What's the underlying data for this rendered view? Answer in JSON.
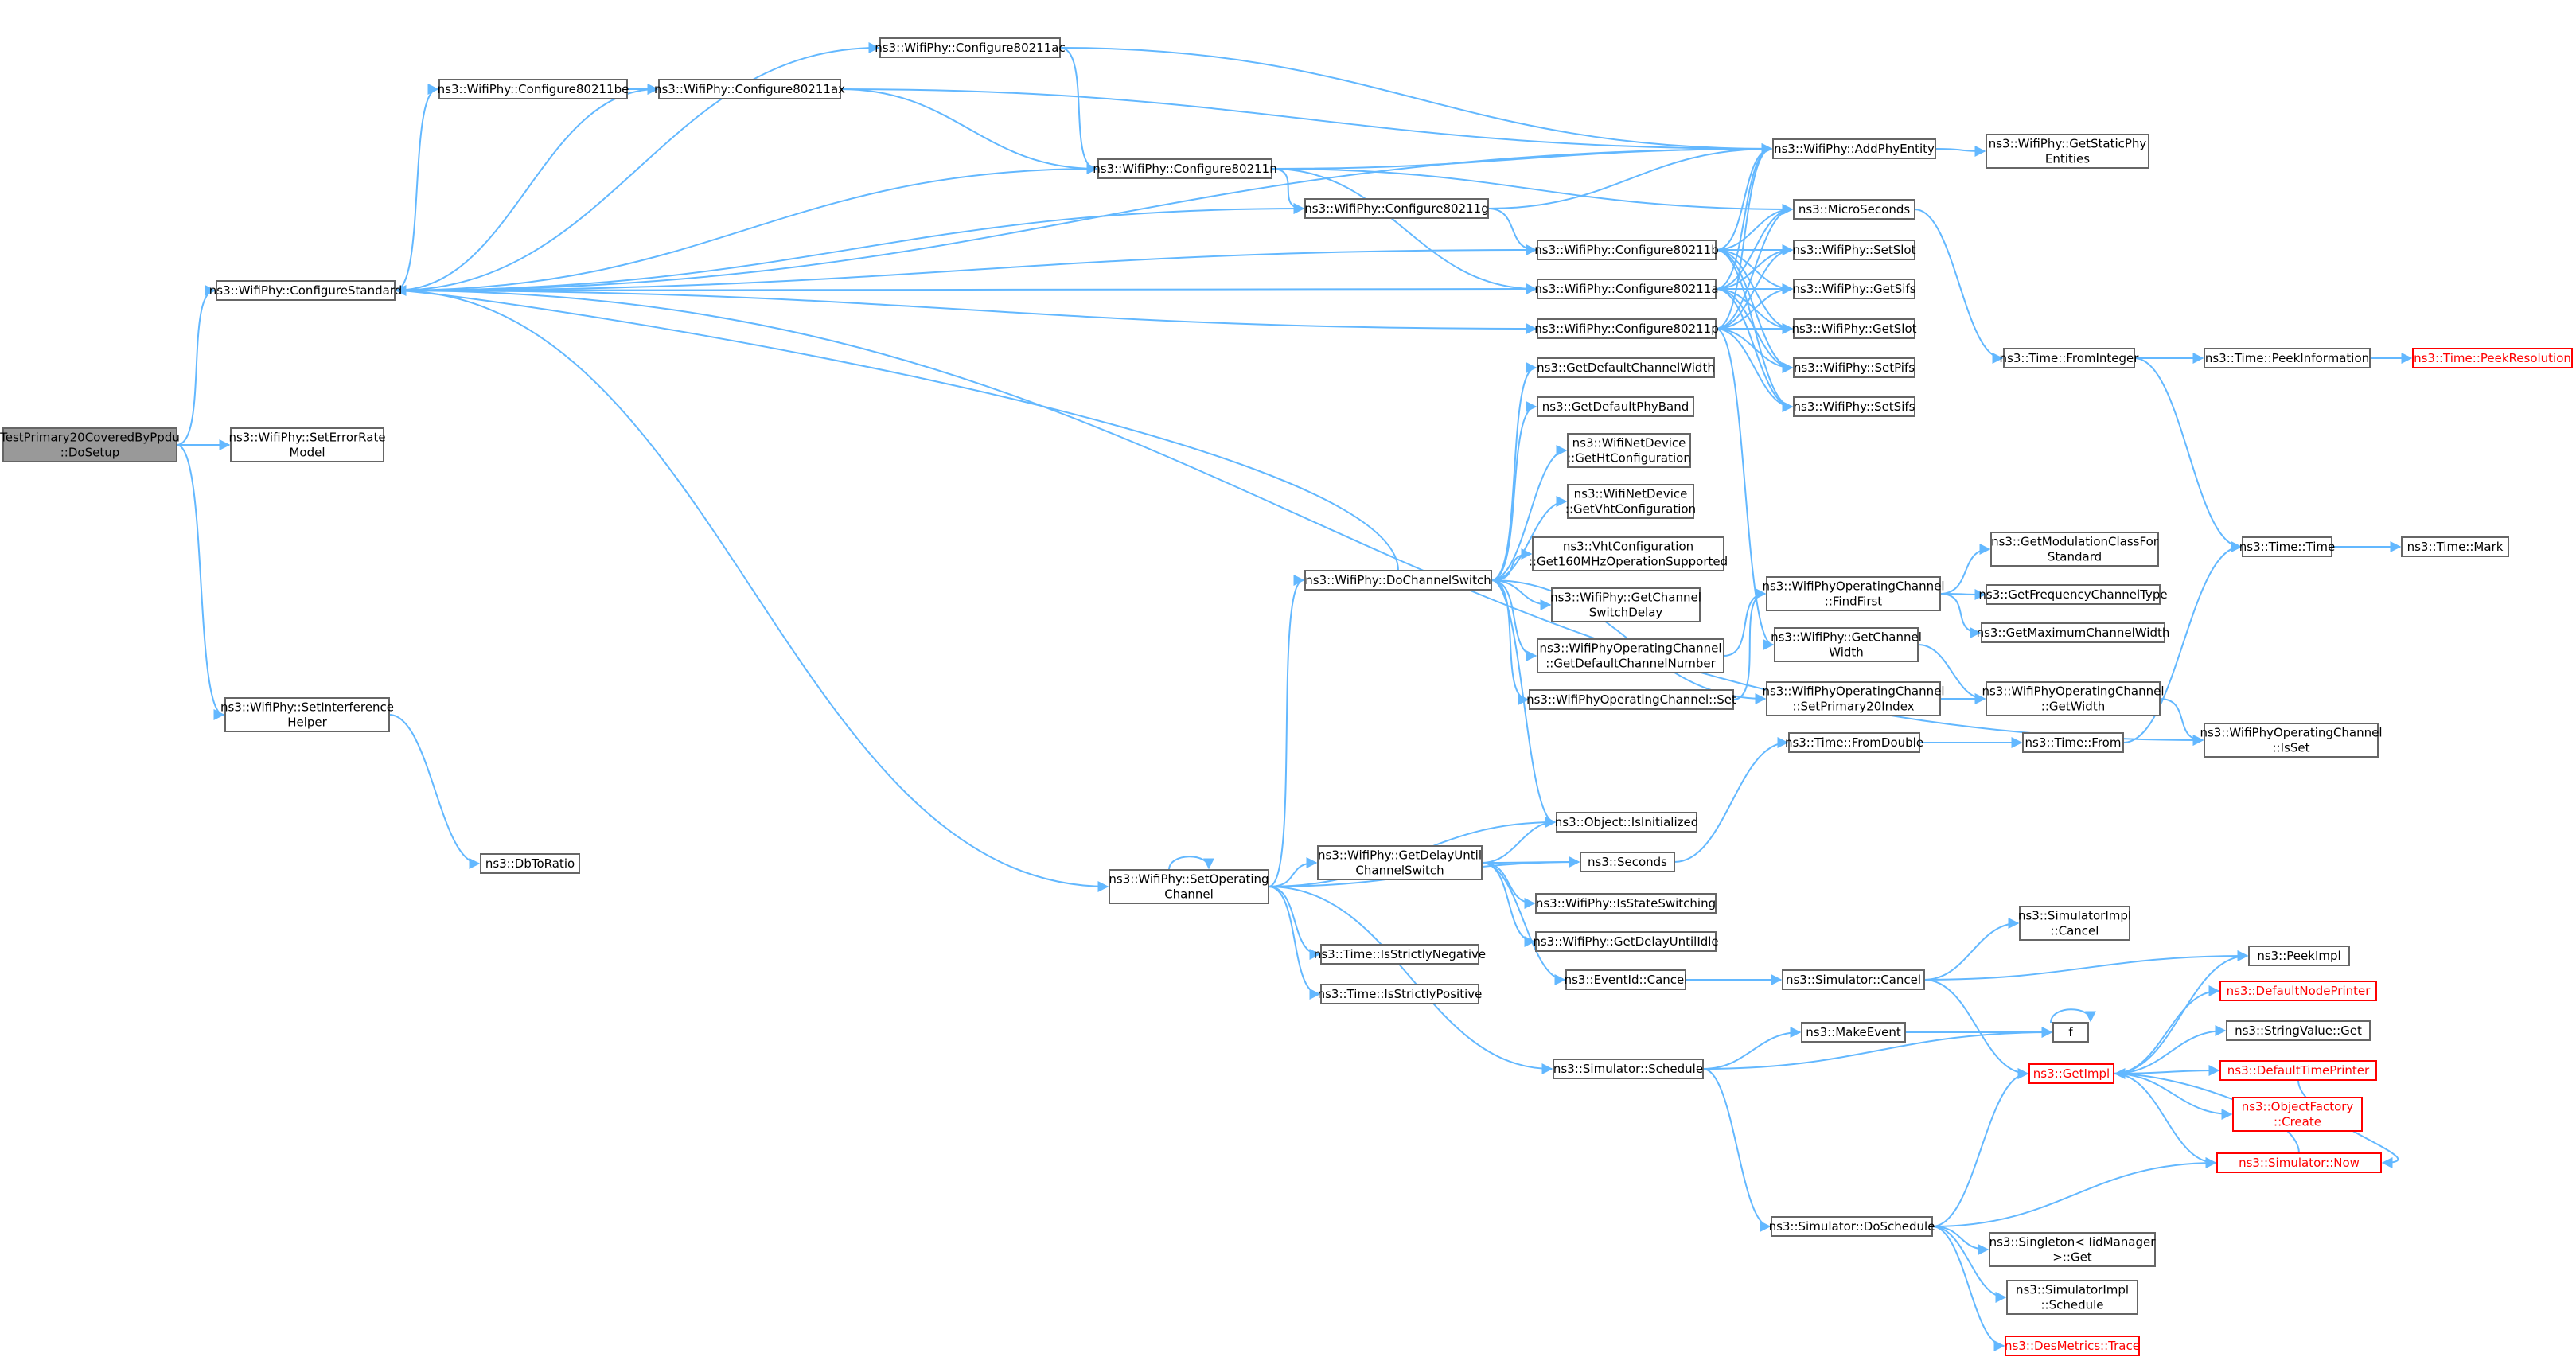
{
  "edge_color": "#63b8ff",
  "nodes": {
    "root": {
      "lines": [
        "TestPrimary20CoveredByPpdu",
        "::DoSetup"
      ]
    },
    "configStd": {
      "lines": [
        "ns3::WifiPhy::ConfigureStandard"
      ]
    },
    "setErrRate": {
      "lines": [
        "ns3::WifiPhy::SetErrorRate",
        "Model"
      ]
    },
    "setInterf": {
      "lines": [
        "ns3::WifiPhy::SetInterference",
        "Helper"
      ]
    },
    "dbToRatio": {
      "lines": [
        "ns3::DbToRatio"
      ]
    },
    "cfgBe": {
      "lines": [
        "ns3::WifiPhy::Configure80211be"
      ]
    },
    "cfgAc": {
      "lines": [
        "ns3::WifiPhy::Configure80211ac"
      ]
    },
    "cfgAx": {
      "lines": [
        "ns3::WifiPhy::Configure80211ax"
      ]
    },
    "cfgN": {
      "lines": [
        "ns3::WifiPhy::Configure80211n"
      ]
    },
    "cfgG": {
      "lines": [
        "ns3::WifiPhy::Configure80211g"
      ]
    },
    "cfgB": {
      "lines": [
        "ns3::WifiPhy::Configure80211b"
      ]
    },
    "cfgA": {
      "lines": [
        "ns3::WifiPhy::Configure80211a"
      ]
    },
    "cfgP": {
      "lines": [
        "ns3::WifiPhy::Configure80211p"
      ]
    },
    "addPhy": {
      "lines": [
        "ns3::WifiPhy::AddPhyEntity"
      ]
    },
    "getStaticPhy": {
      "lines": [
        "ns3::WifiPhy::GetStaticPhy",
        "Entities"
      ]
    },
    "micro": {
      "lines": [
        "ns3::MicroSeconds"
      ]
    },
    "setSlot": {
      "lines": [
        "ns3::WifiPhy::SetSlot"
      ]
    },
    "getSifs": {
      "lines": [
        "ns3::WifiPhy::GetSifs"
      ]
    },
    "getSlot": {
      "lines": [
        "ns3::WifiPhy::GetSlot"
      ]
    },
    "setPifs": {
      "lines": [
        "ns3::WifiPhy::SetPifs"
      ]
    },
    "setSifs": {
      "lines": [
        "ns3::WifiPhy::SetSifs"
      ]
    },
    "fromInt": {
      "lines": [
        "ns3::Time::FromInteger"
      ]
    },
    "peekInfo": {
      "lines": [
        "ns3::Time::PeekInformation"
      ]
    },
    "peekRes": {
      "lines": [
        "ns3::Time::PeekResolution"
      ]
    },
    "timeTime": {
      "lines": [
        "ns3::Time::Time"
      ]
    },
    "timeMark": {
      "lines": [
        "ns3::Time::Mark"
      ]
    },
    "doChSw": {
      "lines": [
        "ns3::WifiPhy::DoChannelSwitch"
      ]
    },
    "getDefChW": {
      "lines": [
        "ns3::GetDefaultChannelWidth"
      ]
    },
    "getDefPhyBand": {
      "lines": [
        "ns3::GetDefaultPhyBand"
      ]
    },
    "getHtCfg": {
      "lines": [
        "ns3::WifiNetDevice",
        "::GetHtConfiguration"
      ]
    },
    "getVhtCfg": {
      "lines": [
        "ns3::WifiNetDevice",
        "::GetVhtConfiguration"
      ]
    },
    "vht160": {
      "lines": [
        "ns3::VhtConfiguration",
        "::Get160MHzOperationSupported"
      ]
    },
    "getChSwDelay": {
      "lines": [
        "ns3::WifiPhy::GetChannel",
        "SwitchDelay"
      ]
    },
    "getDefChNum": {
      "lines": [
        "ns3::WifiPhyOperatingChannel",
        "::GetDefaultChannelNumber"
      ]
    },
    "opChSet": {
      "lines": [
        "ns3::WifiPhyOperatingChannel::Set"
      ]
    },
    "findFirst": {
      "lines": [
        "ns3::WifiPhyOperatingChannel",
        "::FindFirst"
      ]
    },
    "getModClass": {
      "lines": [
        "ns3::GetModulationClassFor",
        "Standard"
      ]
    },
    "getFreqChType": {
      "lines": [
        "ns3::GetFrequencyChannelType"
      ]
    },
    "getMaxChW": {
      "lines": [
        "ns3::GetMaximumChannelWidth"
      ]
    },
    "getChWidth": {
      "lines": [
        "ns3::WifiPhy::GetChannel",
        "Width"
      ]
    },
    "setPrim20": {
      "lines": [
        "ns3::WifiPhyOperatingChannel",
        "::SetPrimary20Index"
      ]
    },
    "opGetWidth": {
      "lines": [
        "ns3::WifiPhyOperatingChannel",
        "::GetWidth"
      ]
    },
    "fromDouble": {
      "lines": [
        "ns3::Time::FromDouble"
      ]
    },
    "timeFrom": {
      "lines": [
        "ns3::Time::From"
      ]
    },
    "opIsSet": {
      "lines": [
        "ns3::WifiPhyOperatingChannel",
        "::IsSet"
      ]
    },
    "isInit": {
      "lines": [
        "ns3::Object::IsInitialized"
      ]
    },
    "seconds": {
      "lines": [
        "ns3::Seconds"
      ]
    },
    "setOpCh": {
      "lines": [
        "ns3::WifiPhy::SetOperating",
        "Channel"
      ]
    },
    "getDelayUntil": {
      "lines": [
        "ns3::WifiPhy::GetDelayUntil",
        "ChannelSwitch"
      ]
    },
    "isStateSw": {
      "lines": [
        "ns3::WifiPhy::IsStateSwitching"
      ]
    },
    "getDelayIdle": {
      "lines": [
        "ns3::WifiPhy::GetDelayUntilIdle"
      ]
    },
    "isStrNeg": {
      "lines": [
        "ns3::Time::IsStrictlyNegative"
      ]
    },
    "isStrPos": {
      "lines": [
        "ns3::Time::IsStrictlyPositive"
      ]
    },
    "eventCancel": {
      "lines": [
        "ns3::EventId::Cancel"
      ]
    },
    "simCancel": {
      "lines": [
        "ns3::Simulator::Cancel"
      ]
    },
    "simImplCancel": {
      "lines": [
        "ns3::SimulatorImpl",
        "::Cancel"
      ]
    },
    "peekImpl": {
      "lines": [
        "ns3::PeekImpl"
      ]
    },
    "makeEvent": {
      "lines": [
        "ns3::MakeEvent"
      ]
    },
    "f": {
      "lines": [
        "f"
      ]
    },
    "simSchedule": {
      "lines": [
        "ns3::Simulator::Schedule"
      ]
    },
    "getImpl": {
      "lines": [
        "ns3::GetImpl"
      ]
    },
    "defNodePrinter": {
      "lines": [
        "ns3::DefaultNodePrinter"
      ]
    },
    "strValGet": {
      "lines": [
        "ns3::StringValue::Get"
      ]
    },
    "defTimePrinter": {
      "lines": [
        "ns3::DefaultTimePrinter"
      ]
    },
    "objFactCreate": {
      "lines": [
        "ns3::ObjectFactory",
        "::Create"
      ]
    },
    "simNow": {
      "lines": [
        "ns3::Simulator::Now"
      ]
    },
    "simDoSchedule": {
      "lines": [
        "ns3::Simulator::DoSchedule"
      ]
    },
    "singletonGet": {
      "lines": [
        "ns3::Singleton< IidManager",
        " >::Get"
      ]
    },
    "simImplSchedule": {
      "lines": [
        "ns3::SimulatorImpl",
        "::Schedule"
      ]
    },
    "desTrace": {
      "lines": [
        "ns3::DesMetrics::Trace"
      ]
    }
  },
  "edges": [
    [
      "root",
      "configStd"
    ],
    [
      "root",
      "setErrRate"
    ],
    [
      "root",
      "setInterf"
    ],
    [
      "setInterf",
      "dbToRatio"
    ],
    [
      "configStd",
      "cfgBe"
    ],
    [
      "configStd",
      "cfgAc"
    ],
    [
      "configStd",
      "cfgAx"
    ],
    [
      "configStd",
      "cfgN"
    ],
    [
      "configStd",
      "cfgG"
    ],
    [
      "configStd",
      "cfgB"
    ],
    [
      "configStd",
      "cfgA"
    ],
    [
      "configStd",
      "cfgP"
    ],
    [
      "configStd",
      "addPhy"
    ],
    [
      "configStd",
      "opIsSet"
    ],
    [
      "configStd",
      "setOpCh"
    ],
    [
      "cfgBe",
      "cfgAx"
    ],
    [
      "cfgAc",
      "cfgN"
    ],
    [
      "cfgAc",
      "addPhy"
    ],
    [
      "cfgAx",
      "cfgN"
    ],
    [
      "cfgAx",
      "addPhy"
    ],
    [
      "cfgN",
      "addPhy"
    ],
    [
      "cfgN",
      "cfgG"
    ],
    [
      "cfgN",
      "micro"
    ],
    [
      "cfgN",
      "cfgA"
    ],
    [
      "cfgG",
      "cfgB"
    ],
    [
      "cfgG",
      "addPhy"
    ],
    [
      "cfgB",
      "addPhy"
    ],
    [
      "cfgB",
      "micro"
    ],
    [
      "cfgB",
      "setSlot"
    ],
    [
      "cfgB",
      "getSifs"
    ],
    [
      "cfgB",
      "getSlot"
    ],
    [
      "cfgB",
      "setPifs"
    ],
    [
      "cfgB",
      "setSifs"
    ],
    [
      "cfgA",
      "addPhy"
    ],
    [
      "cfgA",
      "micro"
    ],
    [
      "cfgA",
      "setSlot"
    ],
    [
      "cfgA",
      "getSifs"
    ],
    [
      "cfgA",
      "getSlot"
    ],
    [
      "cfgA",
      "setPifs"
    ],
    [
      "cfgA",
      "setSifs"
    ],
    [
      "cfgP",
      "addPhy"
    ],
    [
      "cfgP",
      "micro"
    ],
    [
      "cfgP",
      "setSlot"
    ],
    [
      "cfgP",
      "getSifs"
    ],
    [
      "cfgP",
      "getSlot"
    ],
    [
      "cfgP",
      "setPifs"
    ],
    [
      "cfgP",
      "setSifs"
    ],
    [
      "cfgP",
      "getChWidth"
    ],
    [
      "addPhy",
      "getStaticPhy"
    ],
    [
      "micro",
      "fromInt"
    ],
    [
      "fromInt",
      "peekInfo"
    ],
    [
      "fromInt",
      "timeTime"
    ],
    [
      "peekInfo",
      "peekRes"
    ],
    [
      "timeTime",
      "timeMark"
    ],
    [
      "doChSw",
      "configStd"
    ],
    [
      "doChSw",
      "getDefChW"
    ],
    [
      "doChSw",
      "getDefPhyBand"
    ],
    [
      "doChSw",
      "getHtCfg"
    ],
    [
      "doChSw",
      "getVhtCfg"
    ],
    [
      "doChSw",
      "vht160"
    ],
    [
      "doChSw",
      "getChSwDelay"
    ],
    [
      "doChSw",
      "getDefChNum"
    ],
    [
      "doChSw",
      "opChSet"
    ],
    [
      "doChSw",
      "setPrim20"
    ],
    [
      "doChSw",
      "isInit"
    ],
    [
      "getDefChNum",
      "findFirst"
    ],
    [
      "opChSet",
      "findFirst"
    ],
    [
      "findFirst",
      "getModClass"
    ],
    [
      "findFirst",
      "getFreqChType"
    ],
    [
      "findFirst",
      "getMaxChW"
    ],
    [
      "getChWidth",
      "opGetWidth"
    ],
    [
      "setPrim20",
      "opGetWidth"
    ],
    [
      "opGetWidth",
      "opIsSet"
    ],
    [
      "fromDouble",
      "timeFrom"
    ],
    [
      "timeFrom",
      "timeTime"
    ],
    [
      "seconds",
      "fromDouble"
    ],
    [
      "setOpCh",
      "setOpCh"
    ],
    [
      "setOpCh",
      "doChSw"
    ],
    [
      "setOpCh",
      "isInit"
    ],
    [
      "setOpCh",
      "seconds"
    ],
    [
      "setOpCh",
      "getDelayUntil"
    ],
    [
      "setOpCh",
      "isStrNeg"
    ],
    [
      "setOpCh",
      "isStrPos"
    ],
    [
      "setOpCh",
      "simSchedule"
    ],
    [
      "getDelayUntil",
      "isInit"
    ],
    [
      "getDelayUntil",
      "seconds"
    ],
    [
      "getDelayUntil",
      "isStateSw"
    ],
    [
      "getDelayUntil",
      "getDelayIdle"
    ],
    [
      "getDelayUntil",
      "eventCancel"
    ],
    [
      "eventCancel",
      "simCancel"
    ],
    [
      "simCancel",
      "simImplCancel"
    ],
    [
      "simCancel",
      "peekImpl"
    ],
    [
      "simCancel",
      "getImpl"
    ],
    [
      "simSchedule",
      "makeEvent"
    ],
    [
      "simSchedule",
      "f"
    ],
    [
      "simSchedule",
      "simDoSchedule"
    ],
    [
      "makeEvent",
      "f"
    ],
    [
      "f",
      "f"
    ],
    [
      "getImpl",
      "peekImpl"
    ],
    [
      "getImpl",
      "defNodePrinter"
    ],
    [
      "getImpl",
      "strValGet"
    ],
    [
      "getImpl",
      "defTimePrinter"
    ],
    [
      "getImpl",
      "objFactCreate"
    ],
    [
      "getImpl",
      "simNow"
    ],
    [
      "defTimePrinter",
      "simNow"
    ],
    [
      "simNow",
      "getImpl"
    ],
    [
      "simDoSchedule",
      "getImpl"
    ],
    [
      "simDoSchedule",
      "simNow"
    ],
    [
      "simDoSchedule",
      "singletonGet"
    ],
    [
      "simDoSchedule",
      "simImplSchedule"
    ],
    [
      "simDoSchedule",
      "desTrace"
    ]
  ]
}
